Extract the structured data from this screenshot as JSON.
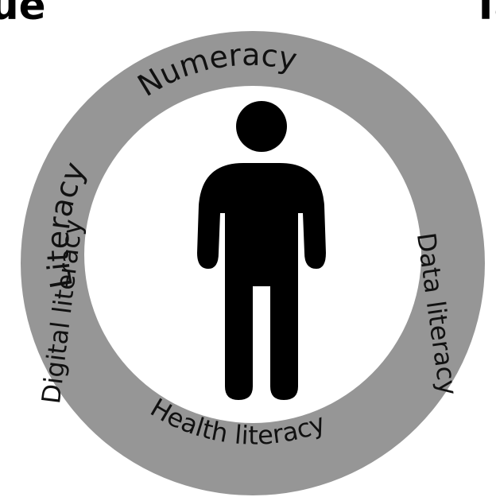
{
  "cropped_text": {
    "left": "ue",
    "right": "Ta"
  },
  "ring": {
    "labels": {
      "literacy": "Literacy",
      "numeracy": "Numeracy",
      "data_literacy": "Data literacy",
      "health_literacy": "Health literacy",
      "digital_literacy": "Digital literacy"
    }
  },
  "colors": {
    "ring": "#969696",
    "inner": "#ffffff",
    "figure": "#000000",
    "text": "#111111"
  },
  "icons": {
    "center": "person-icon"
  }
}
